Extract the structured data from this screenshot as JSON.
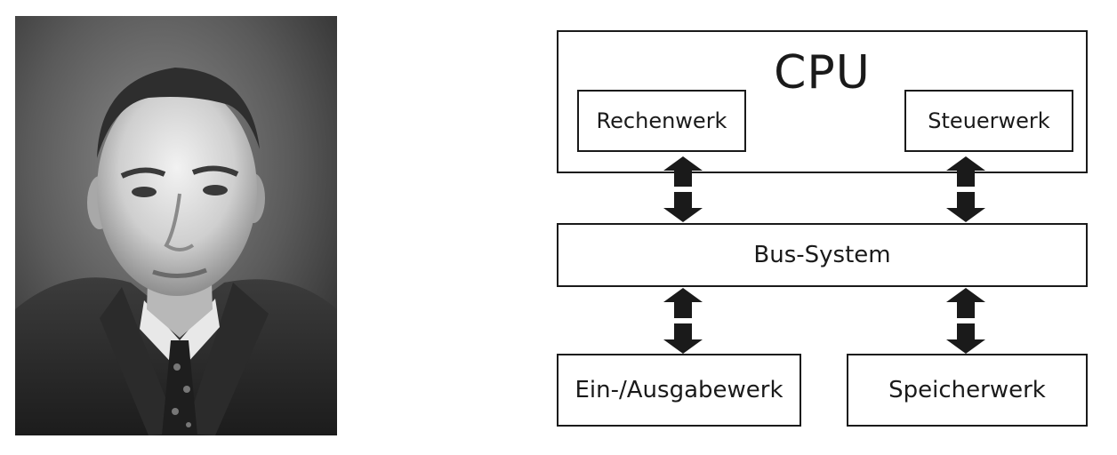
{
  "diagram": {
    "cpu": {
      "title": "CPU"
    },
    "rechenwerk": {
      "label": "Rechenwerk"
    },
    "steuerwerk": {
      "label": "Steuerwerk"
    },
    "bus": {
      "label": "Bus-System"
    },
    "io": {
      "label": "Ein-/Ausgabewerk"
    },
    "memory": {
      "label": "Speicherwerk"
    }
  },
  "colors": {
    "line": "#1a1a1a",
    "background": "#ffffff"
  },
  "portrait": {
    "icon": "person-portrait-photo"
  }
}
